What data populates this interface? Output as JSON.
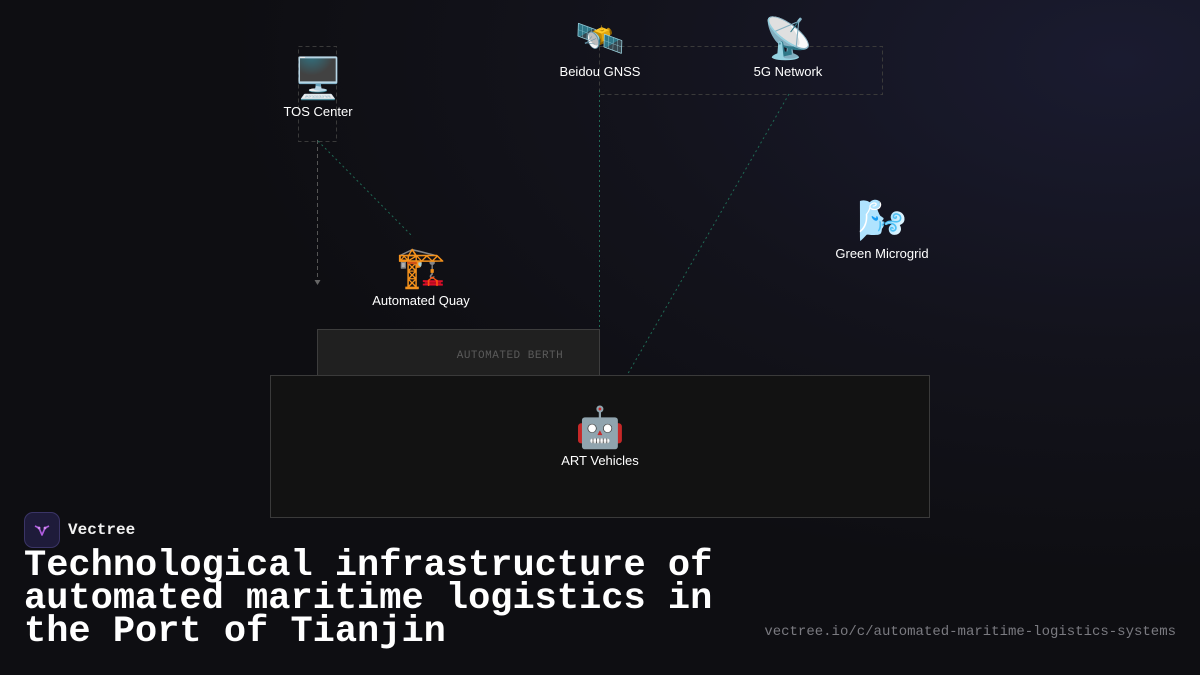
{
  "diagram": {
    "berth_label": "AUTOMATED BERTH",
    "nodes": {
      "tos": {
        "icon": "🖥️",
        "label": "TOS Center"
      },
      "beidou": {
        "icon": "🛰️",
        "label": "Beidou GNSS"
      },
      "network": {
        "icon": "📡",
        "label": "5G Network"
      },
      "microgrid": {
        "icon": "🌬️",
        "label": "Green Microgrid"
      },
      "quay": {
        "icon": "🏗️",
        "label": "Automated Quay"
      },
      "art": {
        "icon": "🤖",
        "label": "ART Vehicles"
      }
    }
  },
  "brand": {
    "name": "Vectree"
  },
  "title": "Technological infrastructure of automated maritime logistics in the Port of Tianjin",
  "url": "vectree.io/c/automated-maritime-logistics-systems"
}
